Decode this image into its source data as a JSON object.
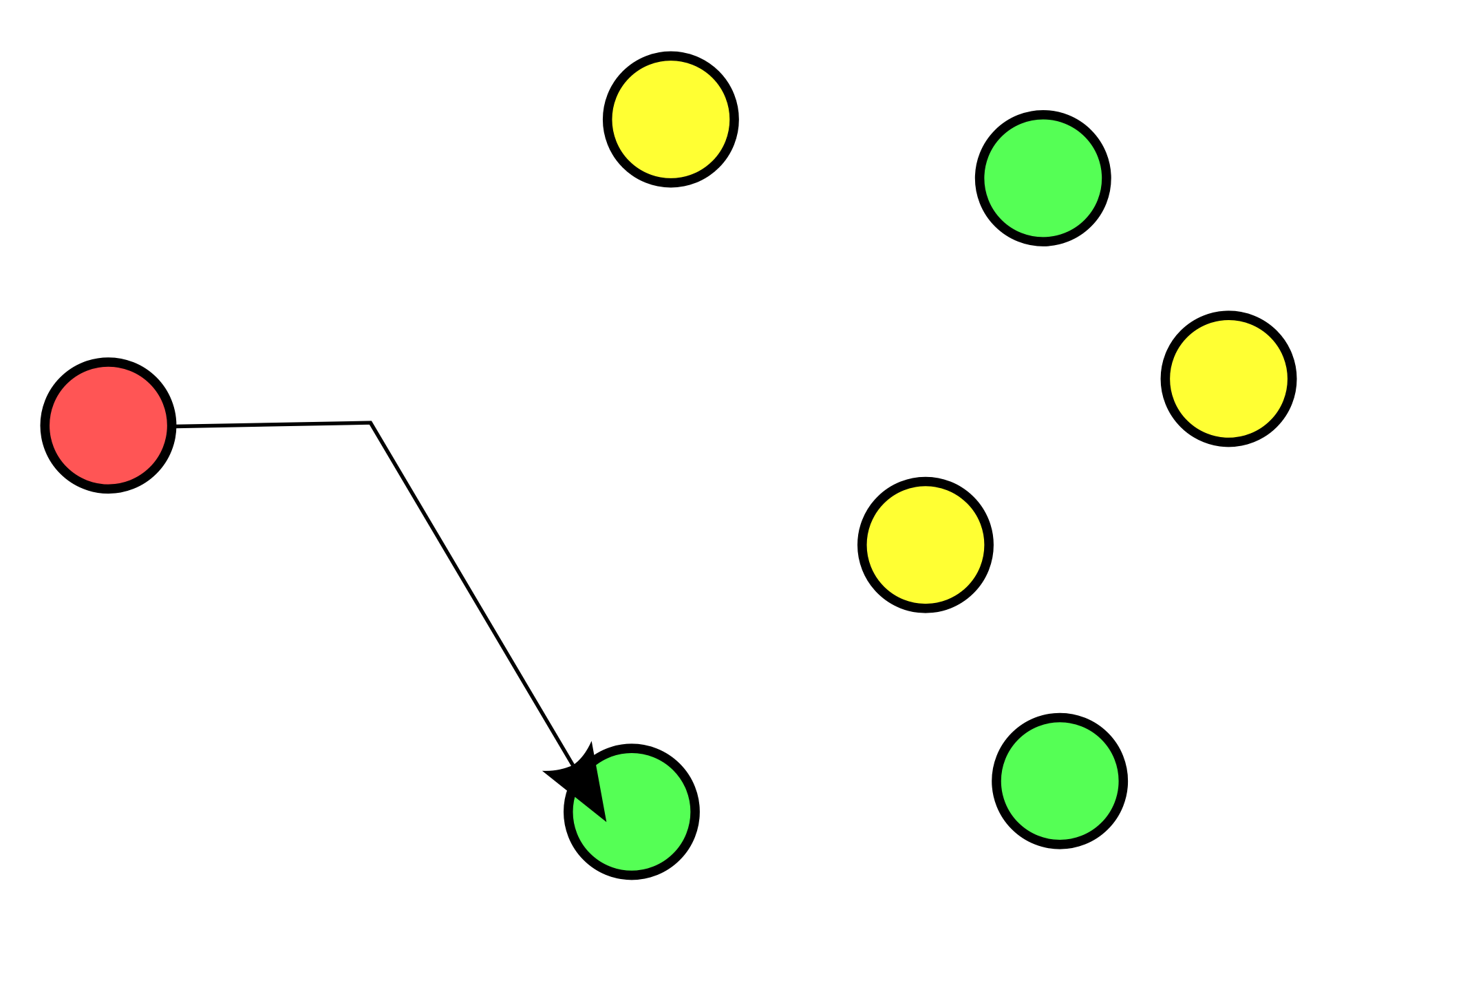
{
  "diagram": {
    "background": "#ffffff",
    "stroke_color": "#000000",
    "colors": {
      "red": "#ff5555",
      "yellow": "#ffff33",
      "green": "#55ff55"
    },
    "nodes": [
      {
        "id": "node-red",
        "color": "red"
      },
      {
        "id": "node-yellow-top",
        "color": "yellow"
      },
      {
        "id": "node-green-top-right",
        "color": "green"
      },
      {
        "id": "node-yellow-right",
        "color": "yellow"
      },
      {
        "id": "node-yellow-center",
        "color": "yellow"
      },
      {
        "id": "node-green-bottom",
        "color": "green"
      },
      {
        "id": "node-green-bottom-right",
        "color": "green"
      }
    ],
    "edges": [
      {
        "from": "node-red",
        "to": "node-green-bottom",
        "arrow": "end"
      }
    ]
  }
}
